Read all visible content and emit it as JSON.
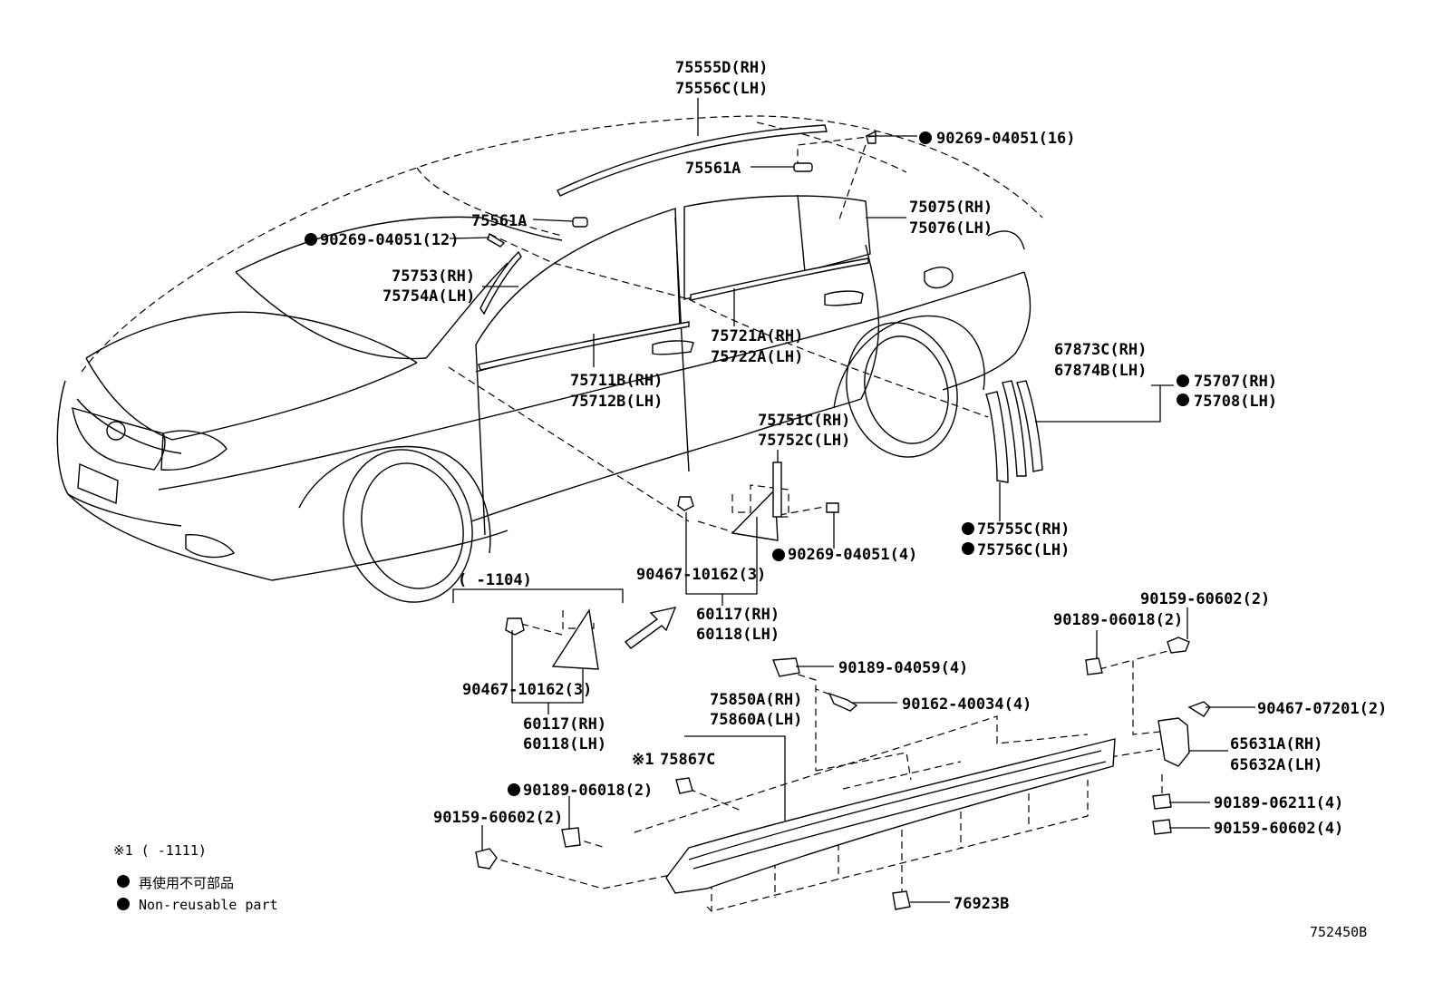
{
  "labels": {
    "roof_rh": "75555D(RH)",
    "roof_lh": "75556C(LH)",
    "clip_top": "90269-04051(16)",
    "clip_a_top": "75561A",
    "clip_a_left": "75561A",
    "clip_12": "90269-04051(12)",
    "rear_door_rh": "75075(RH)",
    "rear_door_lh": "75076(LH)",
    "front_door_rh": "75753(RH)",
    "front_door_lh": "75754A(LH)",
    "rear_belt_rh": "75721A(RH)",
    "rear_belt_lh": "75722A(LH)",
    "front_belt_rh": "75711B(RH)",
    "front_belt_lh": "75712B(LH)",
    "flap_rh": "67873C(RH)",
    "flap_lh": "67874B(LH)",
    "flap_set_rh": "75707(RH)",
    "flap_set_lh": "75708(LH)",
    "rear_pillar_rh": "75751C(RH)",
    "rear_pillar_lh": "75752C(LH)",
    "flap_mold_rh": "75755C(RH)",
    "flap_mold_lh": "75756C(LH)",
    "clip_4": "90269-04051(4)",
    "screw_upper": "90467-10162(3)",
    "garnish_upper_rh": "60117(RH)",
    "garnish_upper_lh": "60118(LH)",
    "range_1104": "(      -1104)",
    "screw_lower": "90467-10162(3)",
    "garnish_lower_rh": "60117(RH)",
    "garnish_lower_lh": "60118(LH)",
    "rr_bolt_2": "90159-60602(2)",
    "rr_nut_2": "90189-06018(2)",
    "nut_4059": "90189-04059(4)",
    "screw_40034": "90162-40034(4)",
    "rocker_rh": "75850A(RH)",
    "rocker_lh": "75860A(LH)",
    "clip_07201": "90467-07201(2)",
    "bracket_rh": "65631A(RH)",
    "bracket_lh": "65632A(LH)",
    "clip_75867": "75867C",
    "ref_mark": "※1",
    "fr_nut_2": "90189-06018(2)",
    "fr_bolt_2": "90159-60602(2)",
    "nut_06211": "90189-06211(4)",
    "bolt_60602_4": "90159-60602(4)",
    "clip_76923": "76923B"
  },
  "legend": {
    "note_range": "※1 (      -1111)",
    "nonreusable_jp": "再使用不可部品",
    "nonreusable_en": "Non-reusable part"
  },
  "diagram_code": "752450B"
}
